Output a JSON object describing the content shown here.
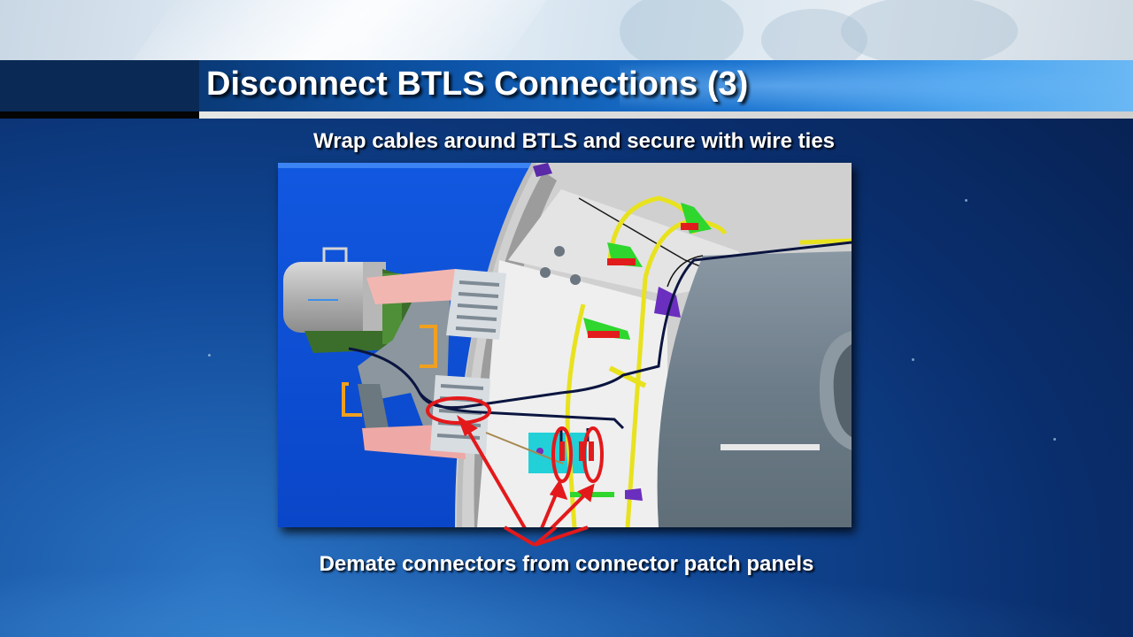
{
  "slide": {
    "title": "Disconnect BTLS Connections (3)",
    "subtitle": "Wrap cables around BTLS and secure with wire ties",
    "caption": "Demate connectors from connector patch panels"
  },
  "figure": {
    "description_icon": "cad-rendering",
    "annotation_color": "#e3191b",
    "callouts": 3
  },
  "colors": {
    "title_band_dark": "#0a2a55",
    "title_band_light": "#4aa3ee",
    "background_blue": "#0a3a86",
    "cad_background": "#0b4fd6"
  }
}
